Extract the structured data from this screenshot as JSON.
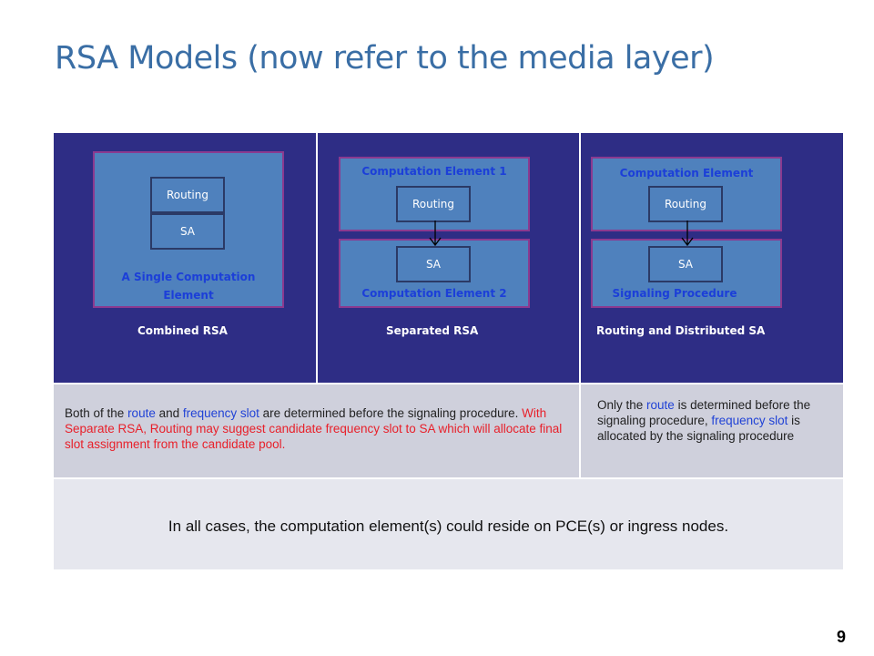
{
  "title": "RSA Models (now refer to the media layer)",
  "combined": {
    "routing": "Routing",
    "sa": "SA",
    "box_label_line1": "A Single Computation",
    "box_label_line2": "Element",
    "caption": "Combined RSA"
  },
  "separated": {
    "top_label": "Computation Element 1",
    "routing": "Routing",
    "sa": "SA",
    "bottom_label": "Computation Element 2",
    "caption": "Separated RSA"
  },
  "distributed": {
    "top_label": "Computation Element",
    "routing": "Routing",
    "sa": "SA",
    "bottom_label": "Signaling Procedure",
    "caption": "Routing and Distributed SA"
  },
  "desc_left": {
    "p1": "Both of the ",
    "route": "route",
    "p2": " and ",
    "freq_slot": "frequency slot",
    "p3": " are determined before the signaling procedure. ",
    "red": "With Separate RSA, Routing may suggest candidate frequency slot to SA which will allocate final slot assignment from the candidate pool."
  },
  "desc_right": {
    "p1": "Only the ",
    "route": "route",
    "p2": " is determined before the signaling procedure, ",
    "freq_slot": "frequency slot",
    "p3": " is allocated by the signaling procedure"
  },
  "footer_note": "In all cases, the computation element(s) could reside on PCE(s) or ingress nodes.",
  "page_number": "9",
  "colors": {
    "title": "#3a6ea5",
    "panel_bg": "#2e2d85",
    "box_fill": "#4f81bd",
    "box_border": "#8b3a8f",
    "label_blue": "#1c3fd8",
    "text_red": "#e8202a"
  }
}
